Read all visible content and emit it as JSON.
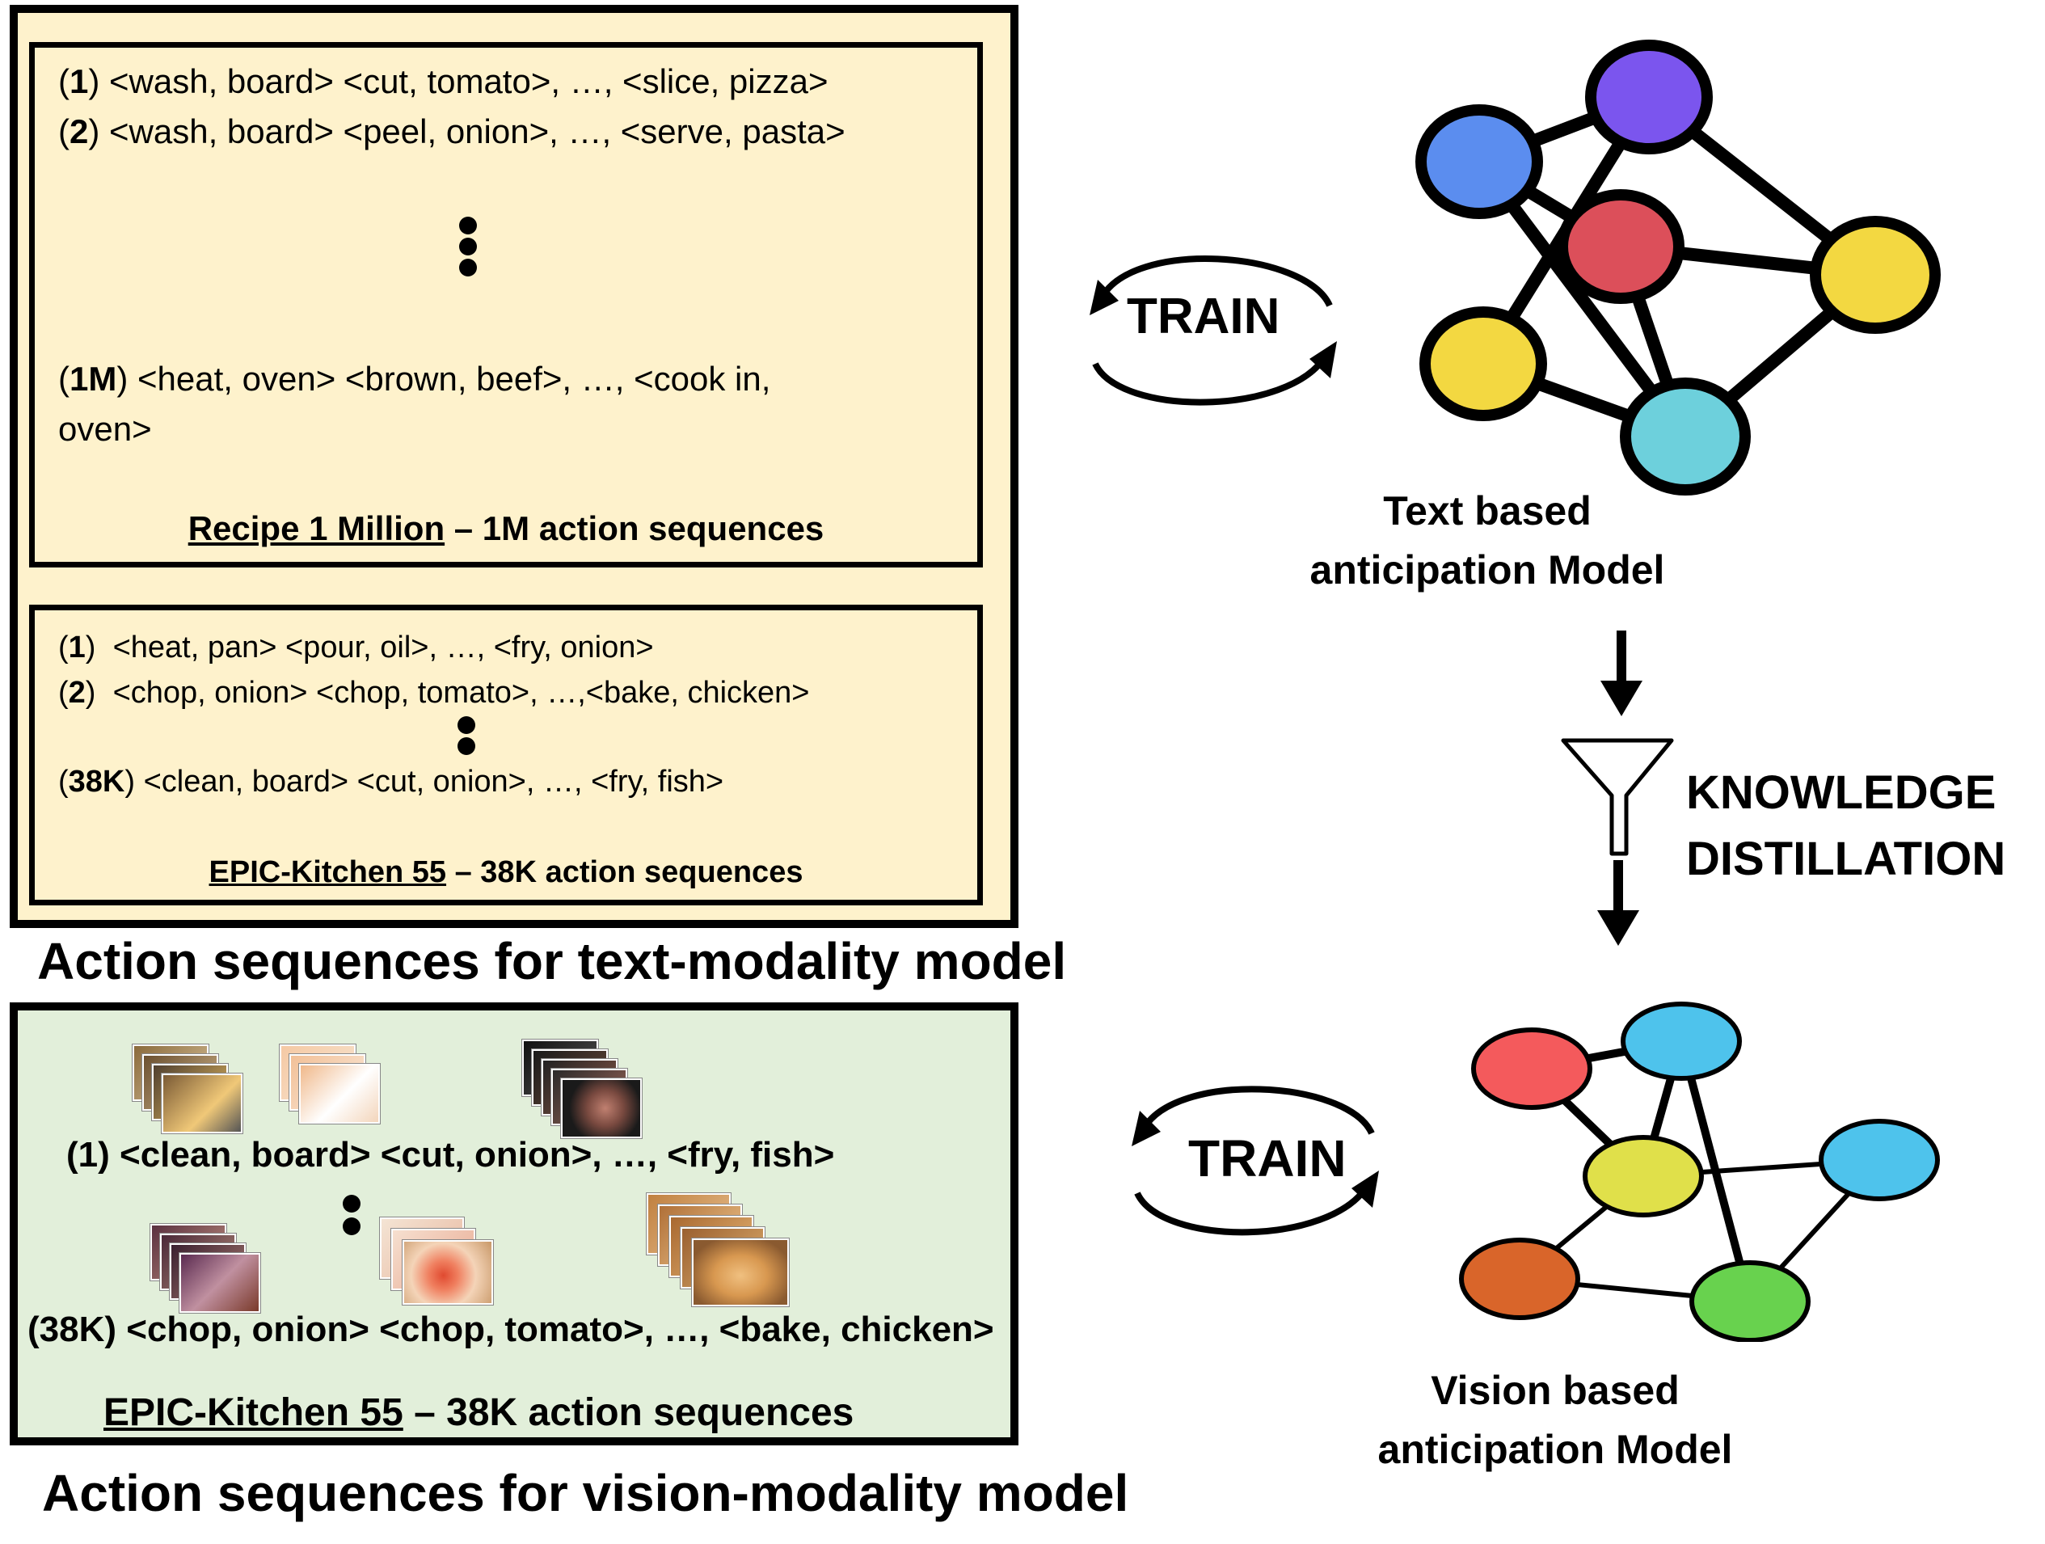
{
  "text_panel": {
    "recipe": {
      "seq1_idx": "1",
      "seq1_text": "<wash, board>  <cut, tomato>, …, <slice, pizza>",
      "seq2_idx": "2",
      "seq2_text": "<wash, board>  <peel, onion>, …, <serve, pasta>",
      "seq3_idx": "1M",
      "seq3_line1": "<heat, oven>  <brown, beef>, …, <cook in,",
      "seq3_line2": "oven>",
      "caption_name": "Recipe 1 Million",
      "caption_rest": " – 1M action sequences"
    },
    "epic": {
      "seq1_idx": "1",
      "seq1_text": "<heat, pan>  <pour, oil>, …, <fry, onion>",
      "seq2_idx": "2",
      "seq2_text": "<chop, onion>  <chop, tomato>, …,<bake, chicken>",
      "seq3_idx": "38K",
      "seq3_text": "<clean, board>  <cut, onion>, …, <fry, fish>",
      "caption_name": "EPIC-Kitchen 55",
      "caption_rest": " – 38K action sequences"
    },
    "title": "Action sequences for text-modality model"
  },
  "vision_panel": {
    "seq1": "(1) <clean, board>  <cut, onion>, …, <fry, fish>",
    "seq2": "(38K) <chop, onion>  <chop, tomato>, …, <bake, chicken>",
    "caption_name": "EPIC-Kitchen 55",
    "caption_rest": " – 38K action sequences",
    "title": "Action sequences for vision-modality model"
  },
  "train_top": "TRAIN",
  "train_bottom": "TRAIN",
  "text_model_label_line1": "Text based",
  "text_model_label_line2": "anticipation Model",
  "kd_line1": "KNOWLEDGE",
  "kd_line2": "DISTILLATION",
  "vision_model_label_line1": "Vision based",
  "vision_model_label_line2": "anticipation Model",
  "colors": {
    "text_panel_bg": "#fef2cc",
    "vision_panel_bg": "#e2efda",
    "text_nodes": [
      "#5b8def",
      "#7b55ee",
      "#dc4f5a",
      "#f3d841",
      "#f3d841",
      "#6dd0dc"
    ],
    "vision_nodes": [
      "#f45a5c",
      "#4ec3ec",
      "#e0e04a",
      "#4ec3ec",
      "#d9652a",
      "#68d24e"
    ]
  },
  "icons": [
    "funnel-icon",
    "arrow-down-icon",
    "cycle-arrows-icon",
    "image-thumbnail-stack-icon"
  ]
}
